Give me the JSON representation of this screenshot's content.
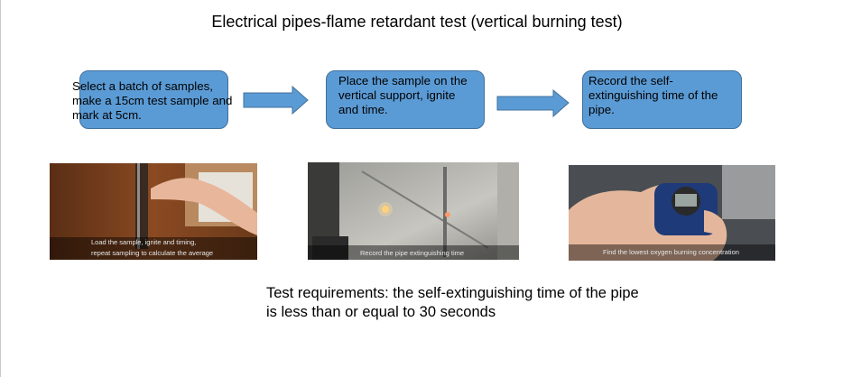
{
  "title": "Electrical pipes-flame retardant test (vertical burning test)",
  "steps": [
    {
      "text": "Select a batch of samples, make a 15cm test sample and mark at 5cm."
    },
    {
      "text": "Place the sample on the vertical support, ignite and time."
    },
    {
      "text": "Record the self-extinguishing time of the pipe."
    }
  ],
  "photos": [
    {
      "caption_line1": "Load the sample, ignite and timing,",
      "caption_line2": "repeat sampling to calculate the average"
    },
    {
      "caption": "Record the pipe extinguishing time"
    },
    {
      "caption": "Find the lowest oxygen burning concentration"
    }
  ],
  "requirements": {
    "line1": "Test requirements: the self-extinguishing time of the pipe",
    "line2": "is less than or equal to 30 seconds"
  },
  "colors": {
    "box_fill": "#5b9bd5",
    "box_border": "#41719c"
  }
}
